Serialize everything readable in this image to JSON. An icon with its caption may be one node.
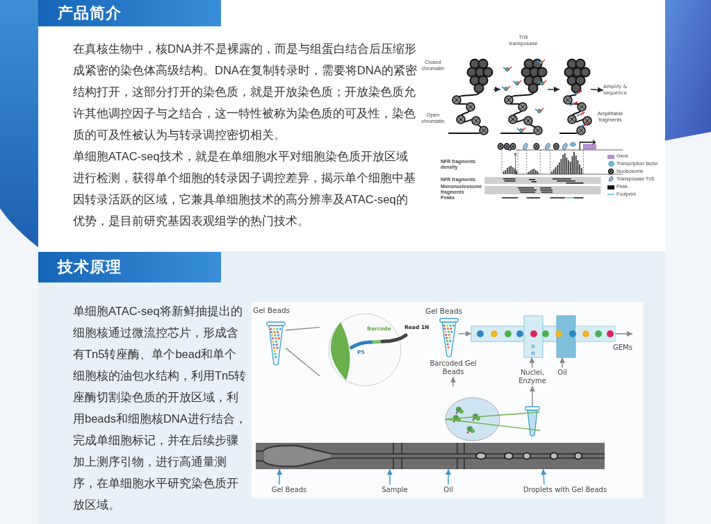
{
  "diagram": {
    "nodes": [
      {
        "text": [
          "产品简介"
        ]
      },
      {
        "text": [
          "技术原理"
        ]
      },
      {
        "text": [],
        "shape": "picture",
        "beside": [
          "Closed chromatin",
          "Open chromatin"
        ]
      },
      {
        "text": [],
        "shape": "picture",
        "beside": [
          "Tn5 transposase"
        ]
      },
      {
        "text": [],
        "shape": "picture",
        "beside": [
          "Amplifiable fragments"
        ]
      },
      {
        "text": [
          "Amplify & sequence"
        ]
      },
      {
        "text": [],
        "shape": "picture",
        "beside": [
          "Gel Beads"
        ]
      },
      {
        "text": [],
        "shape": "picture"
      },
      {
        "text": [],
        "shape": "picture",
        "beside": [
          "Gel Beads"
        ]
      },
      {
        "text": [
          "Barcoded Gel Beads"
        ]
      },
      {
        "text": [],
        "shape": "picture"
      },
      {
        "text": [
          "GEMs"
        ]
      },
      {
        "text": [
          "Nuclei, Enzyme"
        ]
      },
      {
        "text": [
          "Oil"
        ]
      },
      {
        "text": [],
        "shape": "picture"
      },
      {
        "text": [],
        "shape": "picture"
      },
      {
        "text": [],
        "shape": "picture"
      },
      {
        "text": [
          "Gel Beads"
        ]
      },
      {
        "text": [
          "Sample"
        ]
      },
      {
        "text": [
          "Oil"
        ]
      },
      {
        "text": [
          "Droplets with Gel Beads"
        ]
      }
    ],
    "edges": [
      {
        "from": 2,
        "to": 3,
        "arrow": "to",
        "color": "#222222"
      },
      {
        "from": 3,
        "to": 4,
        "arrow": "to",
        "color": "#222222"
      },
      {
        "from": 4,
        "to": 5,
        "arrow": "to",
        "color": "#222222"
      },
      {
        "from": 6,
        "to": 7,
        "arrow": "none"
      },
      {
        "from": 8,
        "to": 10,
        "arrow": "to"
      },
      {
        "from": 10,
        "to": 11,
        "arrow": "to"
      },
      {
        "from": 12,
        "to": 10,
        "arrow": "to"
      },
      {
        "from": 13,
        "to": 10,
        "arrow": "to"
      },
      {
        "from": null,
        "to": 9,
        "arrow": "to"
      },
      {
        "from": 14,
        "to": 12,
        "arrow": "to"
      },
      {
        "from": 15,
        "to": 14,
        "arrow": "none",
        "color": "#6ab04c"
      },
      {
        "from": 17,
        "to": 16,
        "arrow": "to",
        "color": "#3b93c9"
      },
      {
        "from": 18,
        "to": 16,
        "arrow": "to",
        "color": "#3b93c9"
      },
      {
        "from": 19,
        "to": 16,
        "arrow": "to",
        "color": "#3b93c9"
      },
      {
        "from": 20,
        "to": 16,
        "arrow": "to",
        "color": "#3b93c9"
      }
    ],
    "labels": [
      "在真核生物中，核DNA并不是裸露的，而是与组蛋白结合后压缩形成紧密的染色体高级结构。DNA在复制转录时，需要将DNA的紧密结构打开，这部分打开的染色质，就是开放染色质；开放染色质允许其他调控因子与之结合，这一特性被称为染色质的可及性，染色质的可及性被认为与转录调控密切相关。",
      "单细胞ATAC-seq技术，就是在单细胞水平对细胞染色质开放区域进行检测，获得单个细胞的转录因子调控差异，揭示单个细胞中基因转录活跃的区域，它兼具单细胞技术的高分辨率及ATAC-seq的优势，是目前研究基因表观组学的热门技术。",
      "单细胞ATAC-seq将新鲜抽提出的细胞核通过微流控芯片，形成含有Tn5转座酶、单个bead和单个细胞核的油包水结构，利用Tn5转座酶切割染色质的开放区域，利用beads和细胞核DNA进行结合，完成单细胞标记，并在后续步骤加上测序引物，进行高通量测序，在单细胞水平研究染色质开放区域。",
      "NFR fragments density",
      "NFR fragments",
      "Mononucleosome fragments",
      "Peaks",
      "Barcode",
      "P5",
      "Read 1N"
    ],
    "legend": [
      {
        "text": "Gene",
        "color": "#b88fd0"
      },
      {
        "text": "Transcription factor"
      },
      {
        "text": "Nucleosome"
      },
      {
        "text": "Transposase Tn5"
      },
      {
        "text": "Peak",
        "color": "#111111"
      },
      {
        "text": "Footprint"
      }
    ]
  }
}
